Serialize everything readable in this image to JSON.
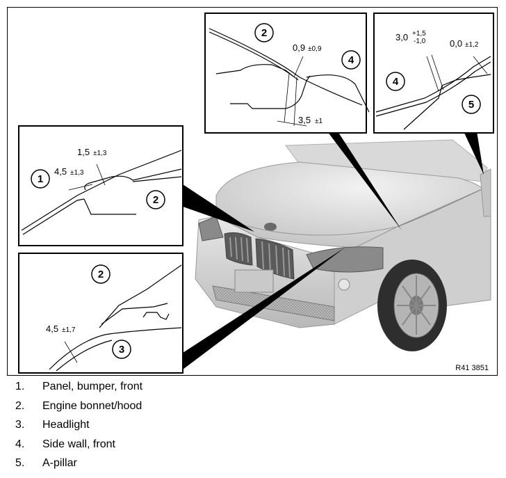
{
  "figure": {
    "reference_code": "R41 3851",
    "details": {
      "top_middle": {
        "callouts": [
          "2",
          "4"
        ],
        "dim_a_value": "0,9",
        "dim_a_tol": "±0,9",
        "dim_b_value": "3,5",
        "dim_b_tol": "±1"
      },
      "top_right": {
        "callouts": [
          "4",
          "5"
        ],
        "dim_a_value": "3,0",
        "dim_a_tol_upper": "+1,5",
        "dim_a_tol_lower": "-1,0",
        "dim_b_value": "0,0",
        "dim_b_tol": "±1,2"
      },
      "middle_left": {
        "callouts": [
          "1",
          "2"
        ],
        "dim_a_value": "1,5",
        "dim_a_tol": "±1,3",
        "dim_b_value": "4,5",
        "dim_b_tol": "±1,3"
      },
      "bottom_left": {
        "callouts": [
          "2",
          "3"
        ],
        "dim_a_value": "4,5",
        "dim_a_tol": "±1,7"
      }
    }
  },
  "legend": [
    {
      "num": "1.",
      "label": "Panel, bumper, front"
    },
    {
      "num": "2.",
      "label": "Engine bonnet/hood"
    },
    {
      "num": "3.",
      "label": "Headlight"
    },
    {
      "num": "4.",
      "label": "Side wall, front"
    },
    {
      "num": "5.",
      "label": "A-pillar"
    }
  ]
}
